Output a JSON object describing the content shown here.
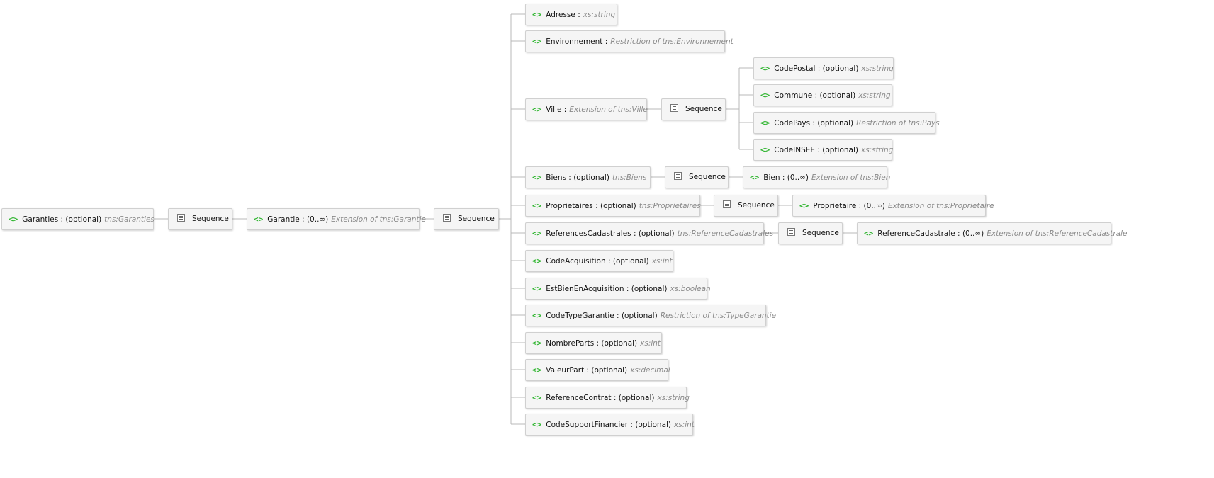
{
  "colors": {
    "element_icon": "#2fb52f",
    "line": "#b8b8b8",
    "type_text": "#8a8a8a"
  },
  "icons": {
    "element": "element-icon",
    "sequence": "sequence-icon"
  },
  "element_icon_text": "<>",
  "root": {
    "name": "Garanties :",
    "occurs": "(optional)",
    "type": "tns:Garanties"
  },
  "seq_root": {
    "label": "Sequence"
  },
  "garantie": {
    "name": "Garantie :",
    "occurs": "(0..∞)",
    "type": "Extension of tns:Garantie"
  },
  "seq_garantie": {
    "label": "Sequence"
  },
  "children": [
    {
      "name": "Adresse :",
      "occurs": "",
      "type": "xs:string"
    },
    {
      "name": "Environnement :",
      "occurs": "",
      "type": "Restriction of tns:Environnement"
    },
    {
      "name": "Ville :",
      "occurs": "",
      "type": "Extension of tns:Ville"
    },
    {
      "name": "Biens :",
      "occurs": "(optional)",
      "type": "tns:Biens"
    },
    {
      "name": "Proprietaires :",
      "occurs": "(optional)",
      "type": "tns:Proprietaires"
    },
    {
      "name": "ReferencesCadastrales :",
      "occurs": "(optional)",
      "type": "tns:ReferenceCadastrales"
    },
    {
      "name": "CodeAcquisition :",
      "occurs": "(optional)",
      "type": "xs:int"
    },
    {
      "name": "EstBienEnAcquisition :",
      "occurs": "(optional)",
      "type": "xs:boolean"
    },
    {
      "name": "CodeTypeGarantie :",
      "occurs": "(optional)",
      "type": "Restriction of tns:TypeGarantie"
    },
    {
      "name": "NombreParts :",
      "occurs": "(optional)",
      "type": "xs:int"
    },
    {
      "name": "ValeurPart :",
      "occurs": "(optional)",
      "type": "xs:decimal"
    },
    {
      "name": "ReferenceContrat :",
      "occurs": "(optional)",
      "type": "xs:string"
    },
    {
      "name": "CodeSupportFinancier :",
      "occurs": "(optional)",
      "type": "xs:int"
    }
  ],
  "seq_ville": {
    "label": "Sequence"
  },
  "ville_children": [
    {
      "name": "CodePostal :",
      "occurs": "(optional)",
      "type": "xs:string"
    },
    {
      "name": "Commune :",
      "occurs": "(optional)",
      "type": "xs:string"
    },
    {
      "name": "CodePays :",
      "occurs": "(optional)",
      "type": "Restriction of tns:Pays"
    },
    {
      "name": "CodeINSEE :",
      "occurs": "(optional)",
      "type": "xs:string"
    }
  ],
  "seq_biens": {
    "label": "Sequence"
  },
  "bien": {
    "name": "Bien :",
    "occurs": "(0..∞)",
    "type": "Extension of tns:Bien"
  },
  "seq_proprietaires": {
    "label": "Sequence"
  },
  "proprietaire": {
    "name": "Proprietaire :",
    "occurs": "(0..∞)",
    "type": "Extension of tns:Proprietaire"
  },
  "seq_refcad": {
    "label": "Sequence"
  },
  "refcad": {
    "name": "ReferenceCadastrale :",
    "occurs": "(0..∞)",
    "type": "Extension of tns:ReferenceCadastrale"
  }
}
